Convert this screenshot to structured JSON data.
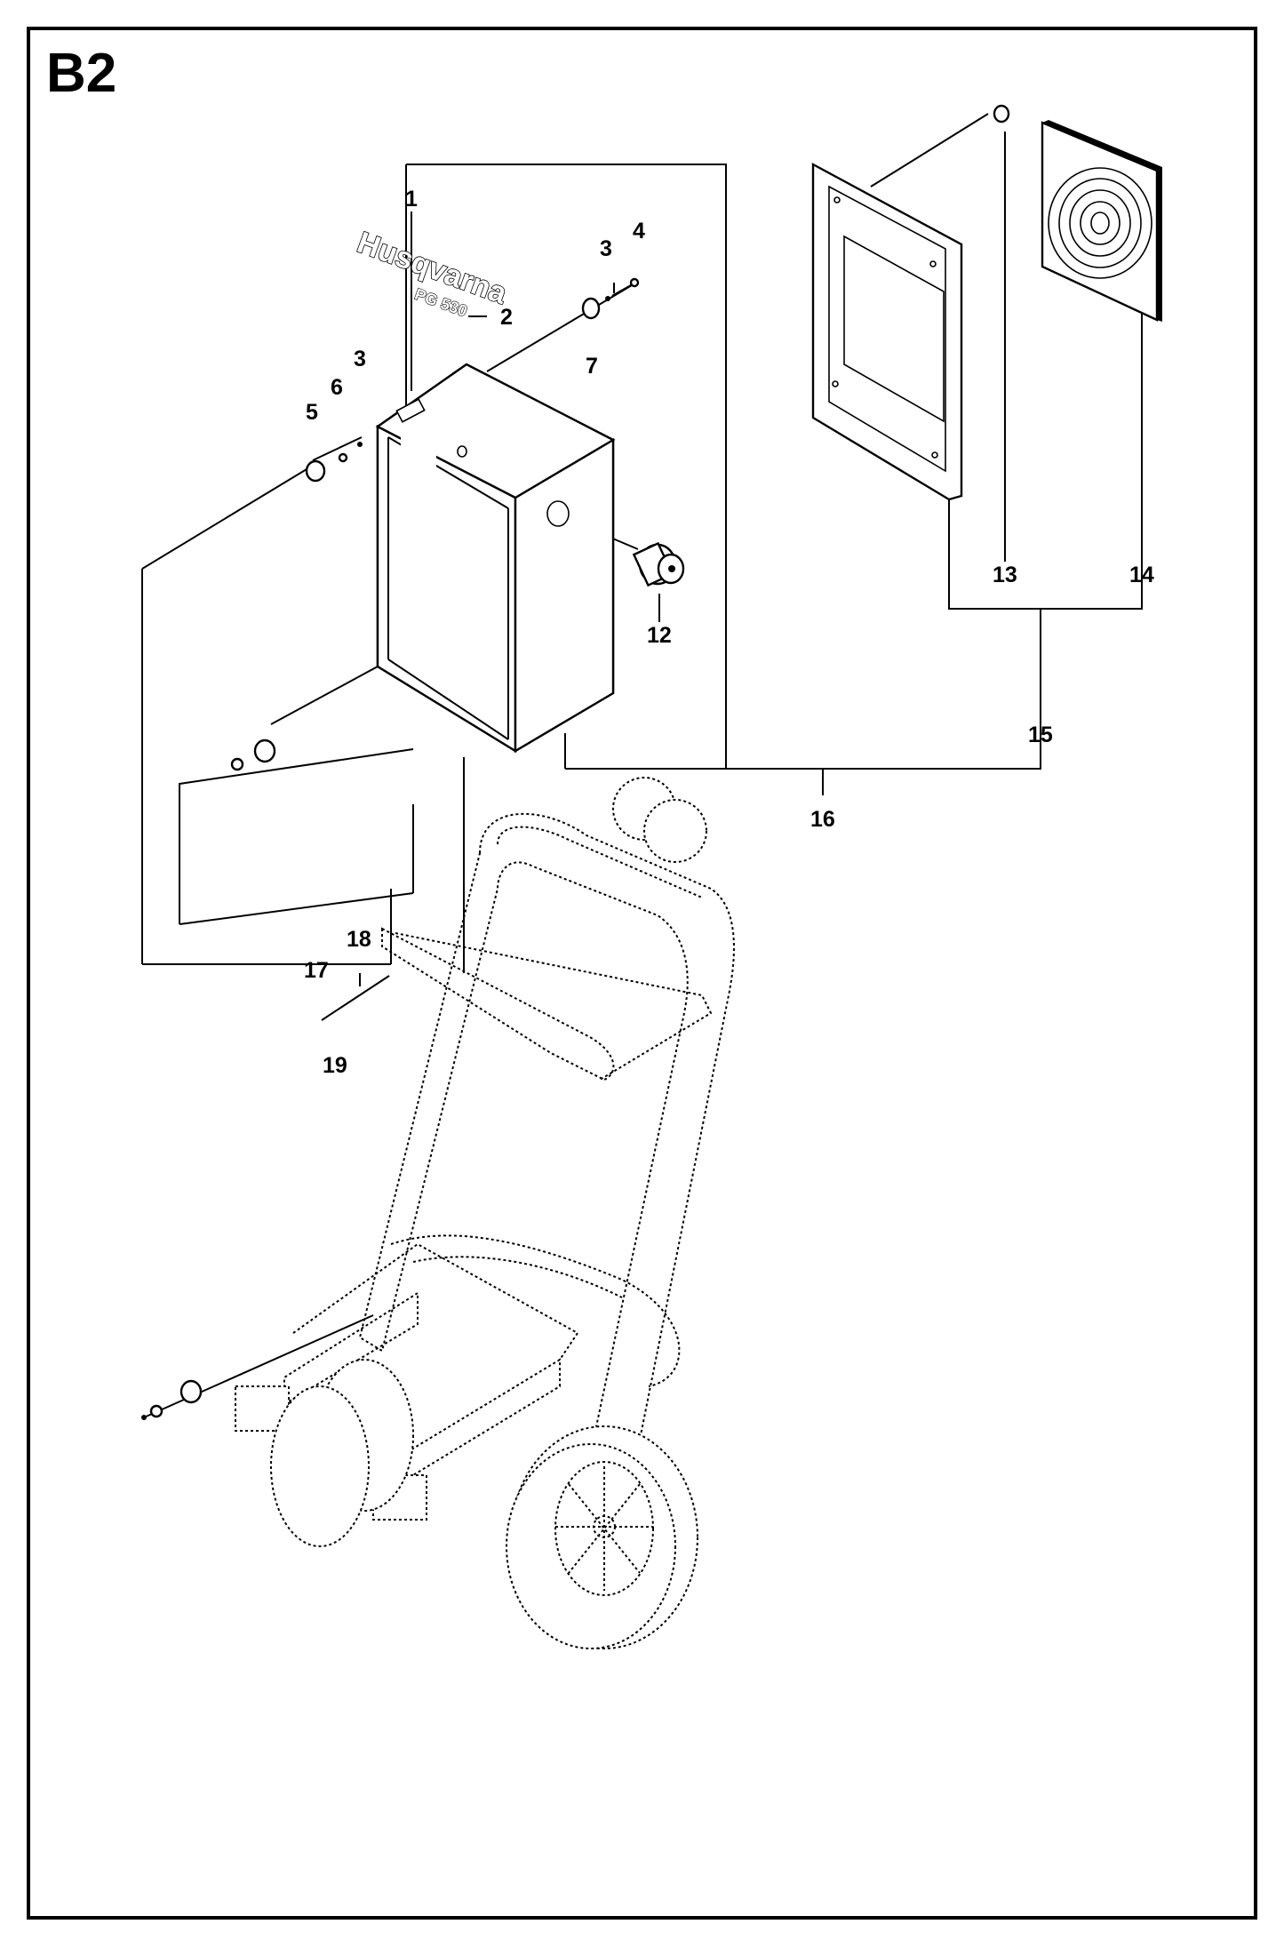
{
  "page": {
    "title": "B2"
  },
  "labels": {
    "brand_name": "Husqvarna",
    "brand_model": "PG 530"
  },
  "callouts": [
    "1",
    "2",
    "3",
    "4",
    "3",
    "5",
    "6",
    "7",
    "12",
    "13",
    "14",
    "15",
    "16",
    "17",
    "18",
    "19"
  ]
}
